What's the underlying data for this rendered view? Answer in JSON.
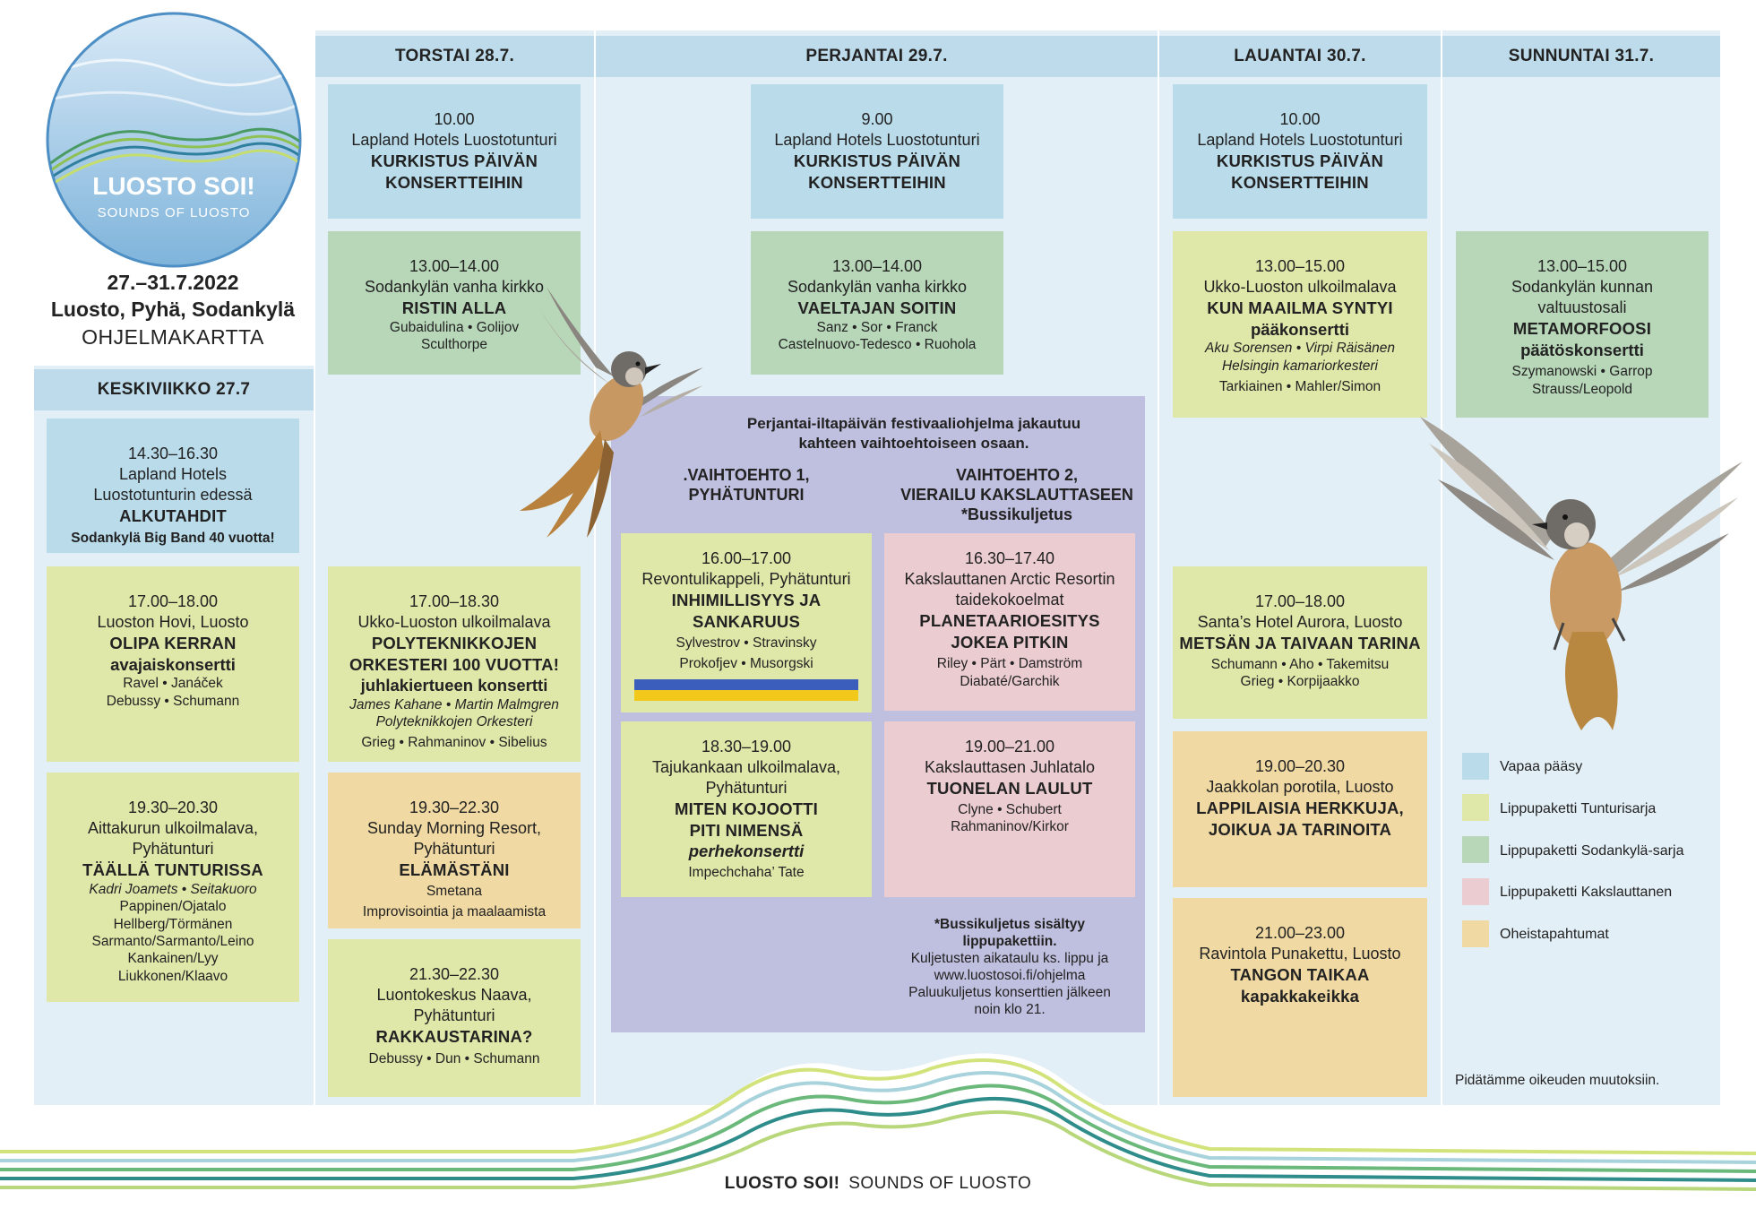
{
  "logo": {
    "title": "LUOSTO SOI!",
    "subtitle": "SOUNDS OF LUOSTO"
  },
  "header": {
    "dates": "27.–31.7.2022",
    "places": "Luosto, Pyhä, Sodankylä",
    "doc_title": "OHJELMAKARTTA"
  },
  "days": {
    "wed": "KESKIVIIKKO 27.7",
    "thu": "TORSTAI 28.7.",
    "fri": "PERJANTAI 29.7.",
    "sat": "LAUANTAI 30.7.",
    "sun": "SUNNUNTAI 31.7."
  },
  "wed": [
    {
      "time": "14.30–16.30",
      "venue1": "Lapland Hotels",
      "venue2": "Luostotunturin edessä",
      "title": "ALKUTAHDIT",
      "note": "Sodankylä Big Band 40 vuotta!"
    },
    {
      "time": "17.00–18.00",
      "venue": "Luoston Hovi, Luosto",
      "title": "OLIPA KERRAN",
      "sub": "avajaiskonsertti",
      "comp1": "Ravel • Janáček",
      "comp2": "Debussy • Schumann"
    },
    {
      "time": "19.30–20.30",
      "venue1": "Aittakurun ulkoilmalava,",
      "venue2": "Pyhätunturi",
      "title": "TÄÄLLÄ TUNTURISSA",
      "perf": "Kadri Joamets • Seitakuoro",
      "c1": "Pappinen/Ojatalo",
      "c2": "Hellberg/Törmänen",
      "c3": "Sarmanto/Sarmanto/Leino",
      "c4": "Kankainen/Lyy",
      "c5": "Liukkonen/Klaavo"
    }
  ],
  "thu": [
    {
      "time": "10.00",
      "venue": "Lapland Hotels Luostotunturi",
      "title1": "KURKISTUS PÄIVÄN",
      "title2": "KONSERTTEIHIN"
    },
    {
      "time": "13.00–14.00",
      "venue": "Sodankylän vanha kirkko",
      "title": "RISTIN ALLA",
      "comp1": "Gubaidulina • Golijov",
      "comp2": "Sculthorpe"
    },
    {
      "time": "17.00–18.30",
      "venue": "Ukko-Luoston ulkoilmalava",
      "title1": "POLYTEKNIKKOJEN",
      "title2": "ORKESTERI 100 VUOTTA!",
      "sub": "juhlakiertueen konsertti",
      "perf1": "James Kahane • Martin Malmgren",
      "perf2": "Polyteknikkojen Orkesteri",
      "comp": "Grieg • Rahmaninov • Sibelius"
    },
    {
      "time": "19.30–22.30",
      "venue1": "Sunday Morning Resort,",
      "venue2": "Pyhätunturi",
      "title": "ELÄMÄSTÄNI",
      "comp1": "Smetana",
      "comp2": "Improvisointia ja maalaamista"
    },
    {
      "time": "21.30–22.30",
      "venue1": "Luontokeskus Naava,",
      "venue2": "Pyhätunturi",
      "title": "RAKKAUSTARINA?",
      "comp": "Debussy • Dun • Schumann"
    }
  ],
  "fri": {
    "morning": {
      "time": "9.00",
      "venue": "Lapland Hotels Luostotunturi",
      "title1": "KURKISTUS PÄIVÄN",
      "title2": "KONSERTTEIHIN"
    },
    "noon": {
      "time": "13.00–14.00",
      "venue": "Sodankylän vanha kirkko",
      "title": "VAELTAJAN SOITIN",
      "comp1": "Sanz • Sor • Franck",
      "comp2": "Castelnuovo-Tedesco • Ruohola"
    },
    "split_intro1": "Perjantai-iltapäivän festivaaliohjelma jakautuu",
    "split_intro2": "kahteen vaihtoehtoiseen osaan.",
    "opt1_1": ".VAIHTOEHTO 1,",
    "opt1_2": "PYHÄTUNTURI",
    "opt2_1": "VAIHTOEHTO 2,",
    "opt2_2": "VIERAILU KAKSLAUTTASEEN",
    "opt2_3": "*Bussikuljetus",
    "a1": {
      "time": "16.00–17.00",
      "venue": "Revontulikappeli, Pyhätunturi",
      "title1": "INHIMILLISYYS JA",
      "title2": "SANKARUUS",
      "comp1": "Sylvestrov • Stravinsky",
      "comp2": "Prokofjev • Musorgski"
    },
    "a2": {
      "time": "18.30–19.00",
      "venue1": "Tajukankaan ulkoilmalava,",
      "venue2": "Pyhätunturi",
      "title1": "MITEN KOJOOTTI",
      "title2": "PITI NIMENSÄ",
      "sub": "perhekonsertti",
      "comp": "Impechchaha’ Tate"
    },
    "b1": {
      "time": "16.30–17.40",
      "venue1": "Kakslauttanen Arctic Resortin",
      "venue2": "taidekokoelmat",
      "title1": "PLANETAARIOESITYS",
      "title2": "JOKEA PITKIN",
      "comp1": "Riley • Pärt • Damström",
      "comp2": "Diabaté/Garchik"
    },
    "b2": {
      "time": "19.00–21.00",
      "venue": "Kakslauttasen Juhlatalo",
      "title": "TUONELAN LAULUT",
      "comp1": "Clyne • Schubert",
      "comp2": "Rahmaninov/Kirkor"
    },
    "bus1": "*Bussikuljetus sisältyy",
    "bus2": "lippupakettiin.",
    "bus3": "Kuljetusten aikataulu ks. lippu ja",
    "bus4": "www.luostosoi.fi/ohjelma",
    "bus5": "Paluukuljetus konserttien jälkeen",
    "bus6": "noin klo 21."
  },
  "sat": [
    {
      "time": "10.00",
      "venue": "Lapland Hotels Luostotunturi",
      "title1": "KURKISTUS PÄIVÄN",
      "title2": "KONSERTTEIHIN"
    },
    {
      "time": "13.00–15.00",
      "venue": "Ukko-Luoston ulkoilmalava",
      "title": "KUN MAAILMA SYNTYI",
      "sub": "pääkonsertti",
      "perf1": "Aku Sorensen • Virpi Räisänen",
      "perf2": "Helsingin kamariorkesteri",
      "comp": "Tarkiainen • Mahler/Simon"
    },
    {
      "time": "17.00–18.00",
      "venue": "Santa’s Hotel Aurora, Luosto",
      "title": "METSÄN JA TAIVAAN TARINA",
      "comp1": "Schumann • Aho • Takemitsu",
      "comp2": "Grieg • Korpijaakko"
    },
    {
      "time": "19.00–20.30",
      "venue": "Jaakkolan porotila, Luosto",
      "title1": "LAPPILAISIA HERKKUJA,",
      "title2": "JOIKUA JA TARINOITA"
    },
    {
      "time": "21.00–23.00",
      "venue": "Ravintola Punakettu, Luosto",
      "title1": "TANGON TAIKAA",
      "title2": "kapakkakeikka"
    }
  ],
  "sun": [
    {
      "time": "13.00–15.00",
      "venue1": "Sodankylän kunnan",
      "venue2": "valtuustosali",
      "title": "METAMORFOOSI",
      "sub": "päätöskonsertti",
      "comp1": "Szymanowski • Garrop",
      "comp2": "Strauss/Leopold"
    }
  ],
  "legend": [
    {
      "label": "Vapaa pääsy",
      "color": "#b9dbea"
    },
    {
      "label": "Lippupaketti Tunturisarja",
      "color": "#dfe8a9"
    },
    {
      "label": "Lippupaketti Sodankylä-sarja",
      "color": "#b8d7b9"
    },
    {
      "label": "Lippupaketti Kakslauttanen",
      "color": "#ebccd1"
    },
    {
      "label": "Oheistapahtumat",
      "color": "#f0d9a2"
    }
  ],
  "disclaimer": "Pidätämme oikeuden muutoksiin.",
  "footer": {
    "brand_bold": "LUOSTO SOI!",
    "brand_light": "SOUNDS OF LUOSTO"
  },
  "icons": {
    "bird_left": "siberian-jay-bird",
    "bird_right": "siberian-jay-bird"
  }
}
